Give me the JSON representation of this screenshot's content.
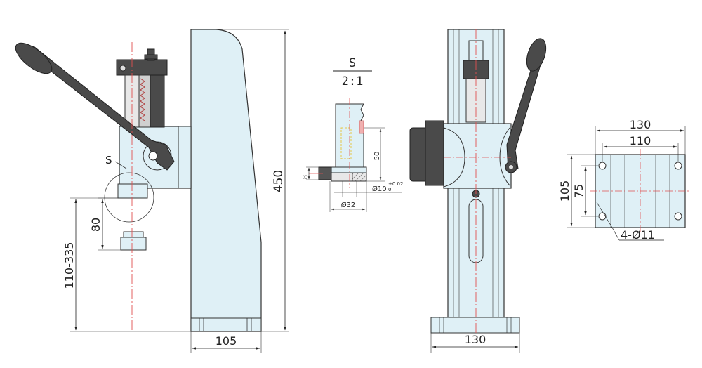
{
  "detail": {
    "label": "S",
    "scale": "2:1",
    "dims": {
      "d50": "50",
      "d8": "8",
      "dia10": "Ø10",
      "tol": "+0.02",
      "tol0": "0",
      "dia32": "Ø32"
    }
  },
  "side_view": {
    "callout_s": "S",
    "dims": {
      "height": "450",
      "width": "105",
      "range": "110-335",
      "stroke": "80"
    }
  },
  "front_view": {
    "dims": {
      "width": "130"
    }
  },
  "base_plate": {
    "dims": {
      "outer_width": "130",
      "hole_spacing_x": "110",
      "outer_height": "105",
      "hole_spacing_y": "75",
      "holes": "4-Ø11"
    }
  },
  "colors": {
    "body_fill": "#dff0f6",
    "line": "#333333",
    "handle": "#3c3c3c",
    "center_line": "#e05050",
    "yellow_hidden": "#e6c84a"
  }
}
